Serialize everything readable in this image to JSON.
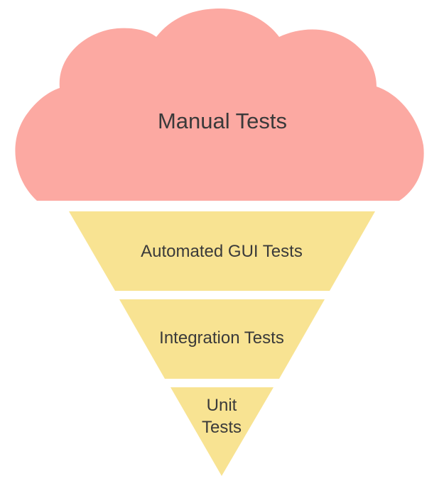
{
  "diagram": {
    "layers": [
      {
        "key": "manual",
        "label_lines": [
          "Manual Tests"
        ],
        "color": "#fca9a2"
      },
      {
        "key": "automated_gui",
        "label_lines": [
          "Automated GUI Tests"
        ],
        "color": "#f8e392"
      },
      {
        "key": "integration",
        "label_lines": [
          "Integration Tests"
        ],
        "color": "#f8e392"
      },
      {
        "key": "unit",
        "label_lines": [
          "Unit",
          "Tests"
        ],
        "color": "#f8e392"
      }
    ]
  }
}
